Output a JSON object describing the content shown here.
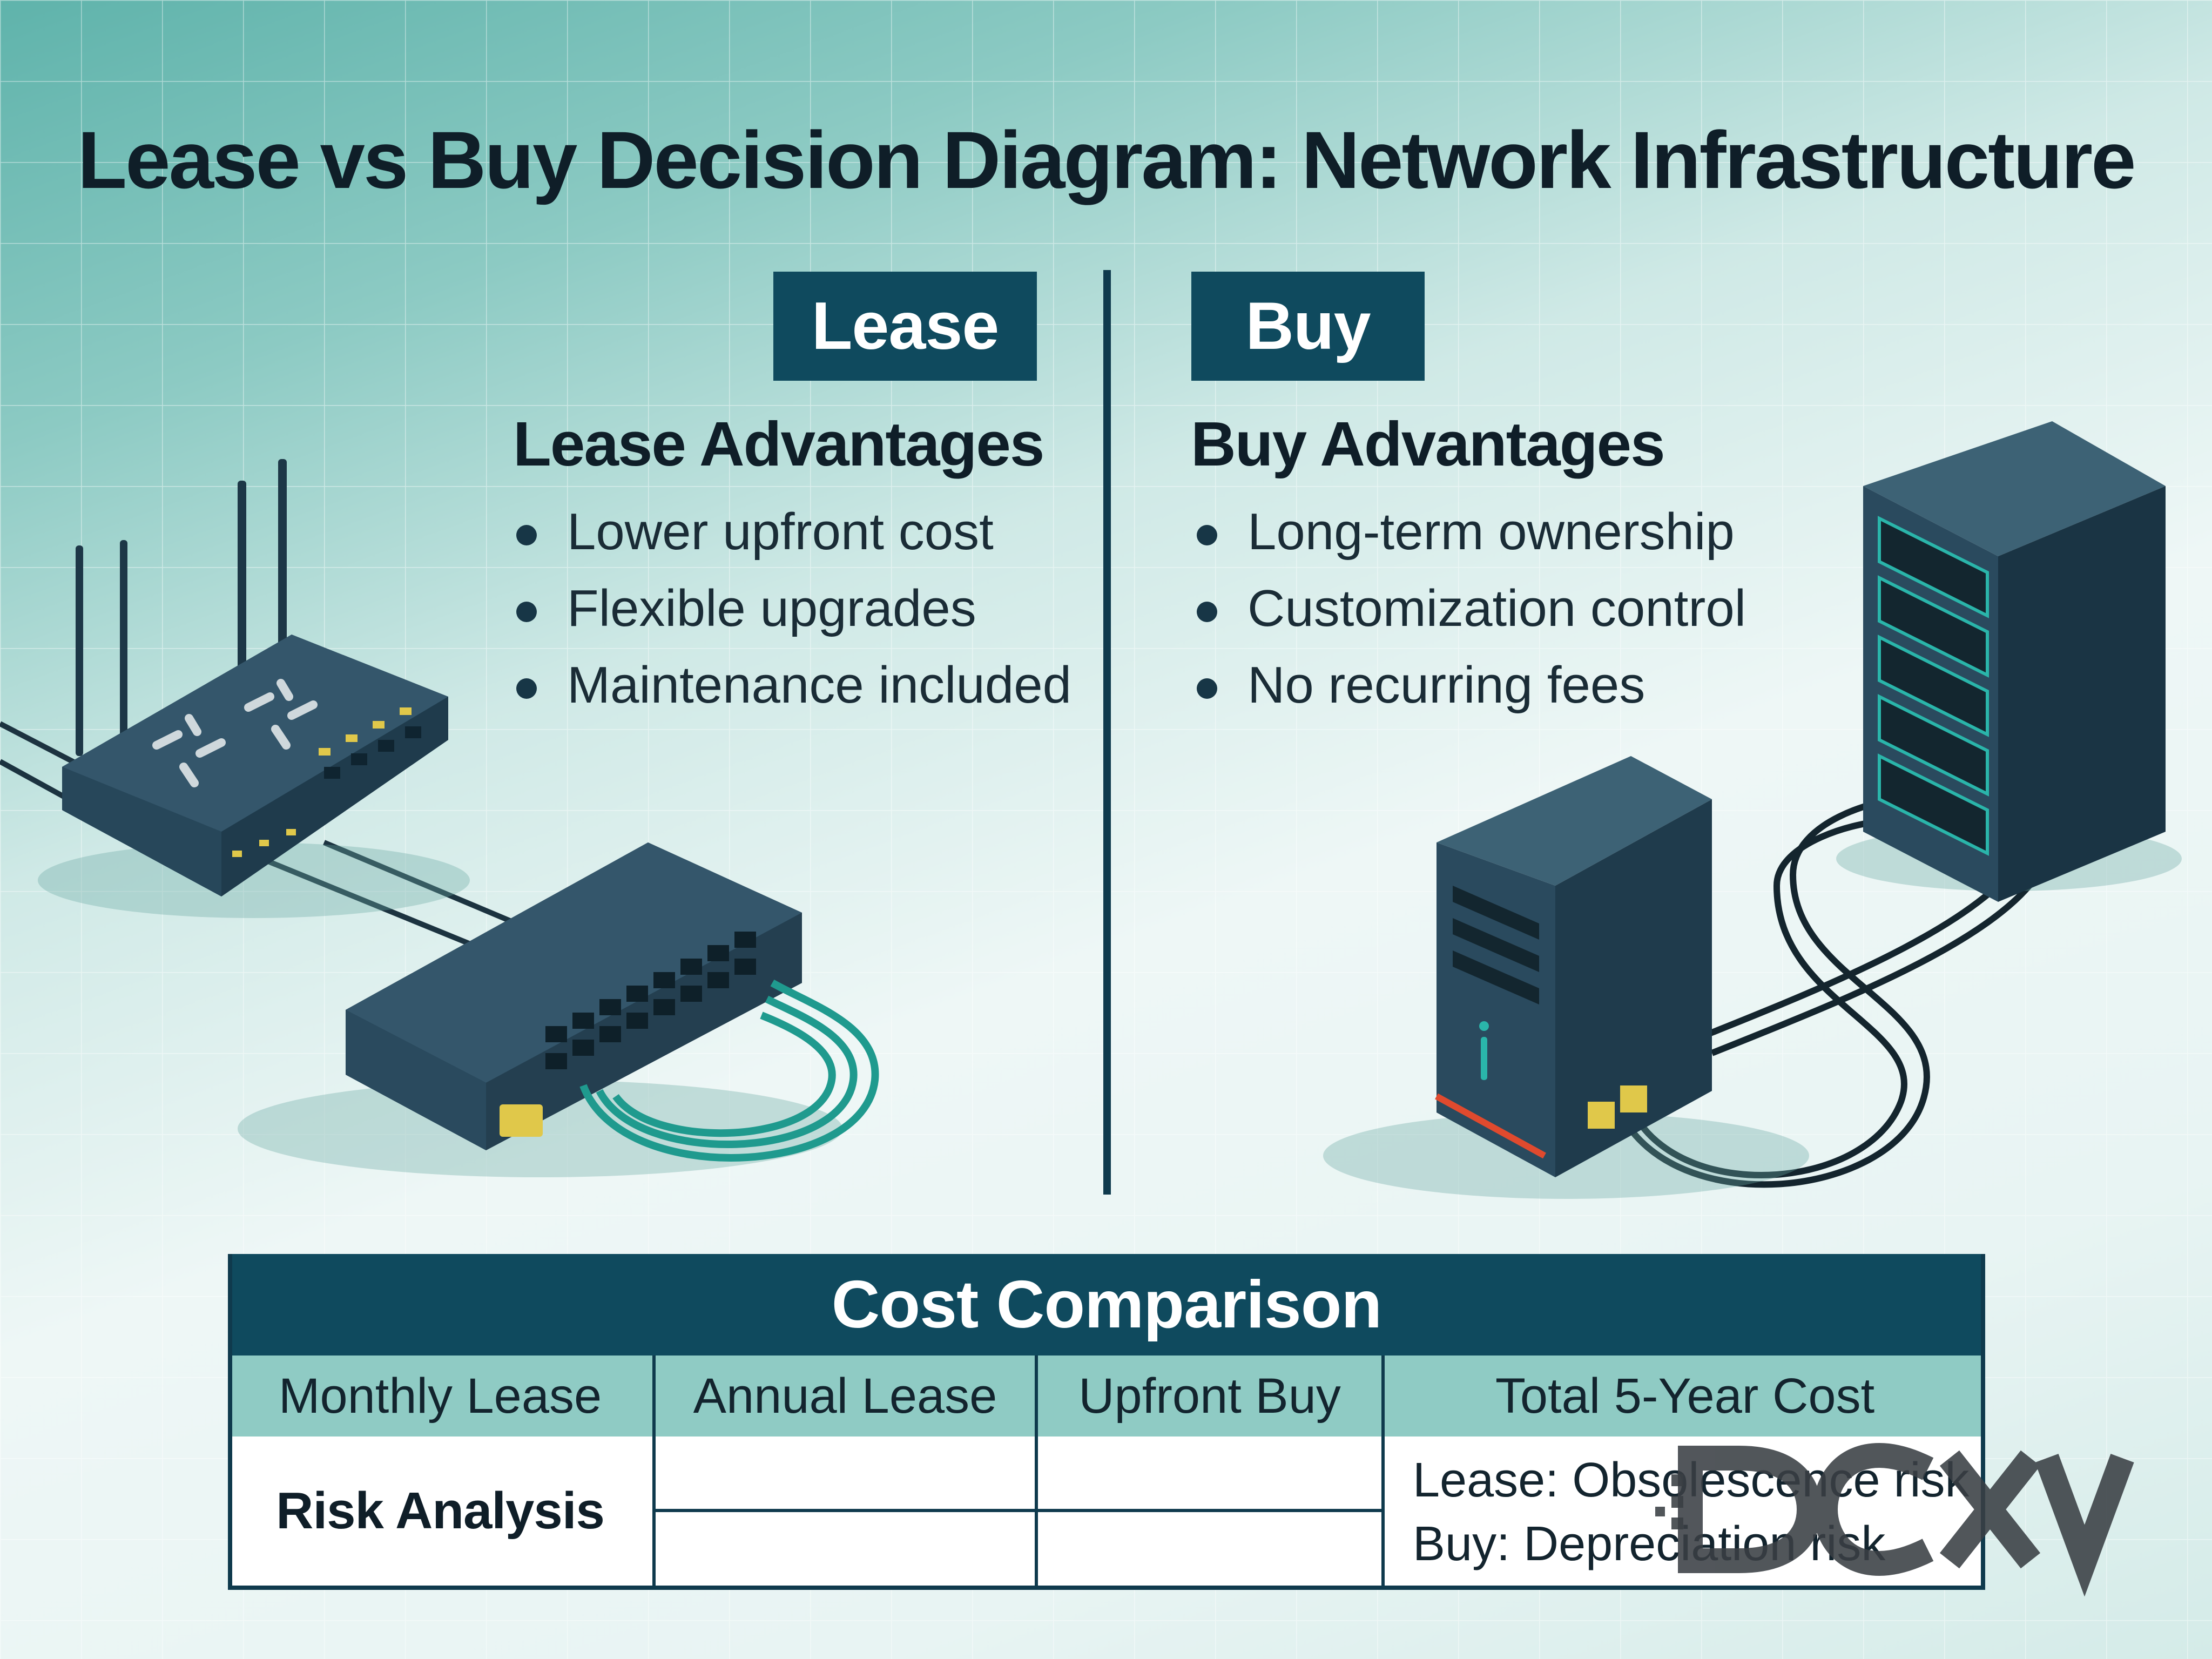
{
  "title": "Lease vs Buy Decision Diagram: Network Infrastructure",
  "lease": {
    "tag": "Lease",
    "heading": "Lease Advantages",
    "items": [
      "Lower upfront cost",
      "Flexible upgrades",
      "Maintenance included"
    ]
  },
  "buy": {
    "tag": "Buy",
    "heading": "Buy Advantages",
    "items": [
      "Long-term ownership",
      "Customization control",
      "No recurring fees"
    ]
  },
  "table": {
    "title": "Cost Comparison",
    "columns": [
      "Monthly Lease",
      "Annual Lease",
      "Upfront Buy",
      "Total 5-Year Cost"
    ],
    "row_label": "Risk Analysis",
    "risk_lines": [
      "Lease: Obsolescence risk",
      "Buy: Depreciation risk"
    ]
  },
  "watermark": "DCXV",
  "colors": {
    "navy": "#0f4a5e",
    "teal_header": "#8fcbc4",
    "text_dark": "#0f1e28",
    "cable_teal": "#1f9a8e",
    "server_accent": "#e04a2e"
  },
  "icons": [
    "wireless-router-icon",
    "network-switch-icon",
    "desktop-server-icon",
    "server-rack-icon"
  ]
}
